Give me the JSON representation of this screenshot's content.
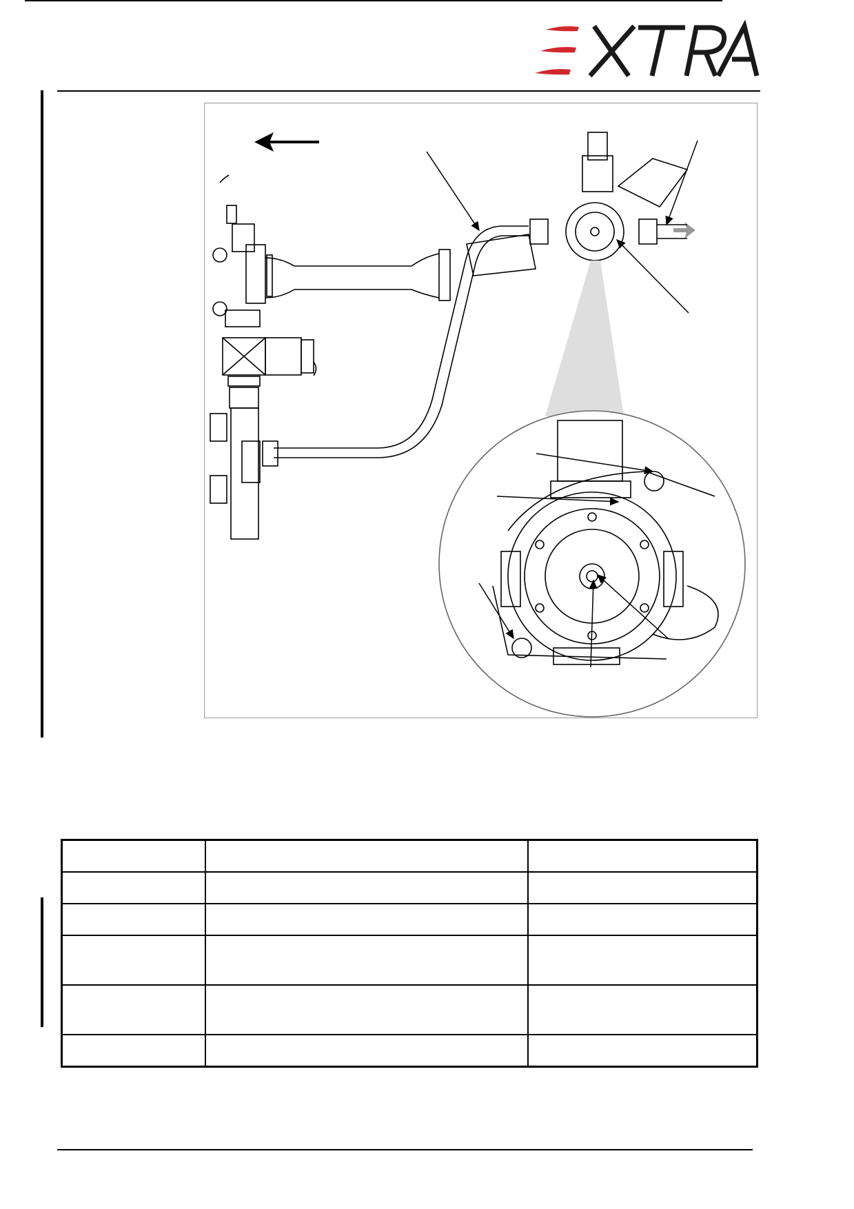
{
  "header": {
    "logo_text": "EXTRA"
  },
  "figure": {
    "icons": [
      "flow-direction-arrow",
      "outlet-flow-arrow",
      "detail-magnifier"
    ]
  },
  "table": {
    "rows": [
      {
        "cells": [
          "",
          "",
          ""
        ]
      },
      {
        "cells": [
          "",
          "",
          ""
        ]
      },
      {
        "cells": [
          "",
          "",
          ""
        ]
      },
      {
        "cells": [
          "",
          "",
          ""
        ]
      },
      {
        "cells": [
          "",
          "",
          ""
        ]
      },
      {
        "cells": [
          "",
          "",
          ""
        ]
      }
    ]
  }
}
